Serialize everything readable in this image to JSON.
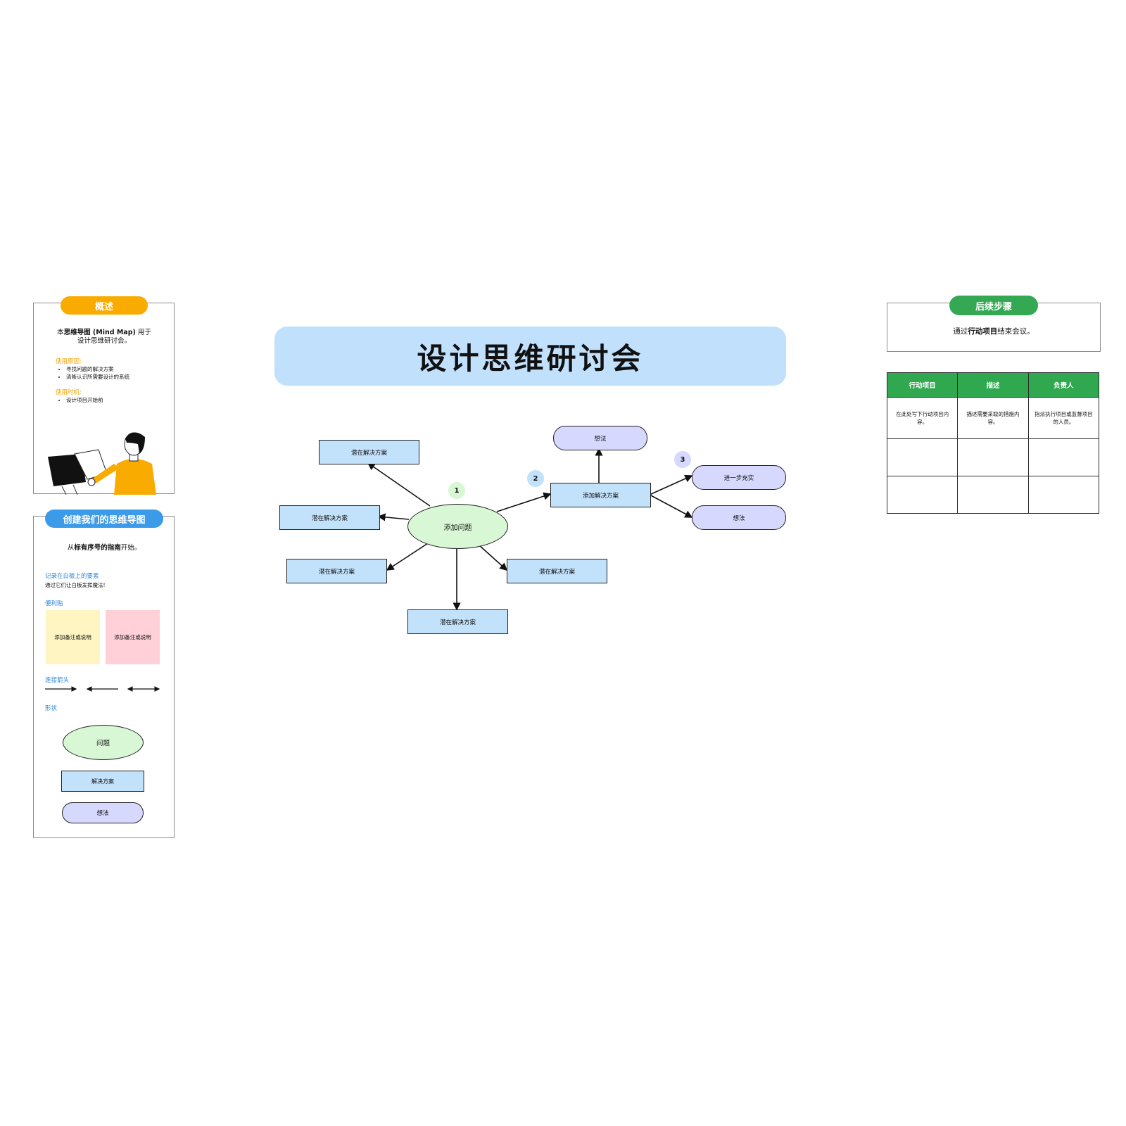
{
  "title": "设计思维研讨会",
  "colors": {
    "overview_pill": "#f9ab00",
    "create_pill": "#3b9be8",
    "next_pill": "#34a853",
    "problem_fill": "#d8f7d4",
    "solution_fill": "#c2e1fa",
    "idea_fill": "#d6d8fd",
    "sticky_yellow": "#fef5c3",
    "sticky_pink": "#ffd0d8",
    "title_bg": "#c0e0fc",
    "table_header": "#2fa84f"
  },
  "overview": {
    "heading": "概述",
    "intro_pre": "本",
    "intro_bold": "思维导图 (Mind Map)",
    "intro_post": " 用于",
    "intro_line2": "设计思维研讨会。",
    "why_title": "使用原因:",
    "why_items": [
      "寻找问题的解决方案",
      "清晰认识所需要设计的系统"
    ],
    "when_title": "使用时机:",
    "when_items": [
      "设计项目开始前"
    ]
  },
  "create": {
    "heading": "创建我们的思维导图",
    "intro_pre": "从",
    "intro_bold": "标有序号的指南",
    "intro_post": "开始。",
    "record_title": "记录在白板上的要素",
    "record_sub": "通过它们让白板发挥魔法!",
    "sticky_title": "便利贴",
    "sticky_1": "添加备注或说明",
    "sticky_2": "添加备注或说明",
    "arrows_title": "连接箭头",
    "shapes_title": "形状",
    "shape_problem": "问题",
    "shape_solution": "解决方案",
    "shape_idea": "想法"
  },
  "mindmap": {
    "badge_1": "1",
    "badge_2": "2",
    "badge_3": "3",
    "center": "添加问题",
    "potential_solutions": [
      "潜在解决方案",
      "潜在解决方案",
      "潜在解决方案",
      "潜在解决方案",
      "潜在解决方案"
    ],
    "added_solution": "添加解决方案",
    "idea_top": "想法",
    "further": "进一步充实",
    "idea_right": "想法"
  },
  "next_steps": {
    "heading": "后续步骤",
    "text_pre": "通过",
    "text_bold": "行动项目",
    "text_post": "结束会议。"
  },
  "actions_table": {
    "headers": [
      "行动项目",
      "描述",
      "负责人"
    ],
    "row1": [
      "在此处写下行动项目内容。",
      "描述需要采取的措施内容。",
      "指派执行项目或监督项目的人员。"
    ]
  }
}
